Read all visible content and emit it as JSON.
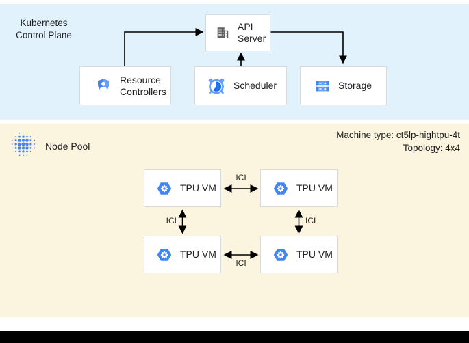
{
  "colors": {
    "control_plane_bg": "#E1F2FC",
    "node_pool_bg": "#FBF4DE",
    "box_bg": "#FFFFFF",
    "box_border": "#D8DADC",
    "text": "#202124",
    "arrow": "#000000",
    "google_blue": "#4285F4",
    "light_blue": "#669DF6",
    "dark_blue": "#1A73E8",
    "icon_gray": "#616161"
  },
  "control_plane": {
    "title": "Kubernetes Control Plane",
    "api_server": {
      "label": "API Server",
      "icon": "building-icon"
    },
    "resource_controllers": {
      "label": "Resource Controllers",
      "icon": "shield-user-icon"
    },
    "scheduler": {
      "label": "Scheduler",
      "icon": "alarm-clock-icon"
    },
    "storage": {
      "label": "Storage",
      "icon": "storage-disks-icon"
    }
  },
  "node_pool": {
    "title": "Node Pool",
    "icon": "dot-cluster-icon",
    "machine_type": "Machine type: ct5lp-hightpu-4t",
    "topology": "Topology: 4x4",
    "vms": [
      {
        "label": "TPU VM"
      },
      {
        "label": "TPU VM"
      },
      {
        "label": "TPU VM"
      },
      {
        "label": "TPU VM"
      }
    ],
    "links": [
      {
        "label": "ICI"
      },
      {
        "label": "ICI"
      },
      {
        "label": "ICI"
      },
      {
        "label": "ICI"
      }
    ]
  }
}
